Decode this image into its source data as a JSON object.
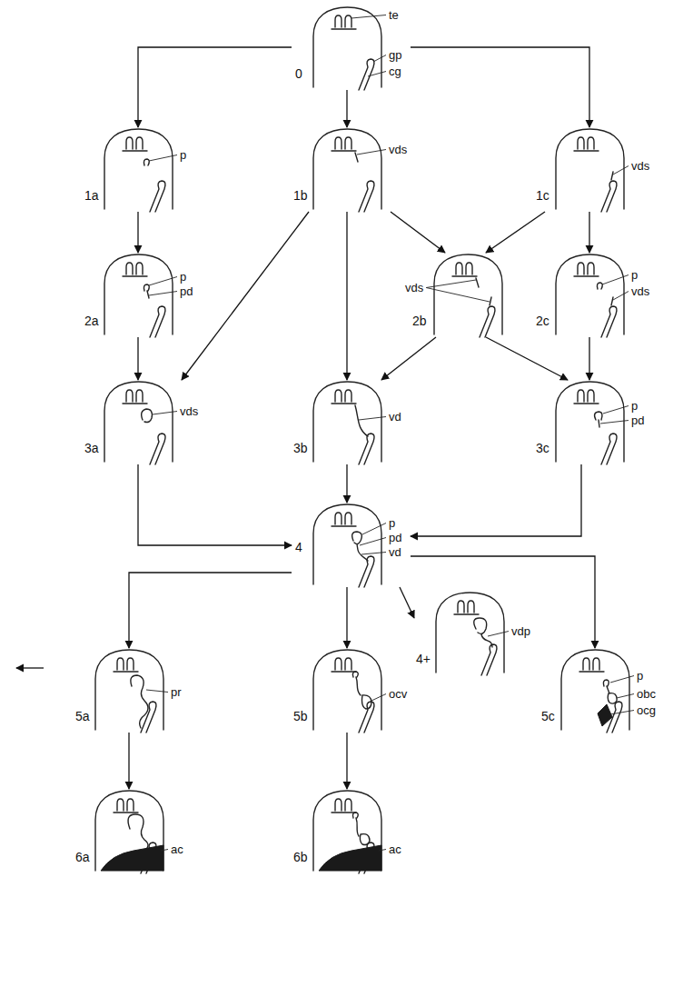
{
  "diagram": {
    "nodes": [
      {
        "text": [
          "0",
          "te",
          "gp",
          "cg"
        ]
      },
      {
        "text": [
          "1a",
          "p"
        ]
      },
      {
        "text": [
          "1b",
          "vds"
        ]
      },
      {
        "text": [
          "1c",
          "vds"
        ]
      },
      {
        "text": [
          "2a",
          "p",
          "pd"
        ]
      },
      {
        "text": [
          "2b",
          "vds"
        ]
      },
      {
        "text": [
          "2c",
          "p",
          "vds"
        ]
      },
      {
        "text": [
          "3a",
          "vds"
        ]
      },
      {
        "text": [
          "3b",
          "vd"
        ]
      },
      {
        "text": [
          "3c",
          "p",
          "pd"
        ]
      },
      {
        "text": [
          "4",
          "p",
          "pd",
          "vd"
        ]
      },
      {
        "text": [
          "4+",
          "vdp"
        ]
      },
      {
        "text": [
          "5a",
          "pr"
        ]
      },
      {
        "text": [
          "5b",
          "ocv"
        ]
      },
      {
        "text": [
          "5c",
          "p",
          "obc",
          "ocg"
        ]
      },
      {
        "text": [
          "6a",
          "ac"
        ]
      },
      {
        "text": [
          "6b",
          "ac"
        ]
      }
    ],
    "edges": [
      {
        "from": 0,
        "to": 1,
        "arrow": "to"
      },
      {
        "from": 0,
        "to": 2,
        "arrow": "to"
      },
      {
        "from": 0,
        "to": 3,
        "arrow": "to"
      },
      {
        "from": 1,
        "to": 4,
        "arrow": "to"
      },
      {
        "from": 2,
        "to": 7,
        "arrow": "to"
      },
      {
        "from": 2,
        "to": 8,
        "arrow": "to"
      },
      {
        "from": 2,
        "to": 5,
        "arrow": "to"
      },
      {
        "from": 3,
        "to": 5,
        "arrow": "to"
      },
      {
        "from": 3,
        "to": 6,
        "arrow": "to"
      },
      {
        "from": 4,
        "to": 7,
        "arrow": "to"
      },
      {
        "from": 5,
        "to": 8,
        "arrow": "to"
      },
      {
        "from": 5,
        "to": 9,
        "arrow": "to"
      },
      {
        "from": 6,
        "to": 9,
        "arrow": "to"
      },
      {
        "from": 7,
        "to": 10,
        "arrow": "to"
      },
      {
        "from": 8,
        "to": 10,
        "arrow": "to"
      },
      {
        "from": 9,
        "to": 10,
        "arrow": "to"
      },
      {
        "from": 10,
        "to": 12,
        "arrow": "to"
      },
      {
        "from": 10,
        "to": 13,
        "arrow": "to"
      },
      {
        "from": 10,
        "to": 11,
        "arrow": "to"
      },
      {
        "from": 10,
        "to": 14,
        "arrow": "to"
      },
      {
        "from": 12,
        "to": 15,
        "arrow": "to"
      },
      {
        "from": 13,
        "to": 16,
        "arrow": "to"
      }
    ]
  }
}
